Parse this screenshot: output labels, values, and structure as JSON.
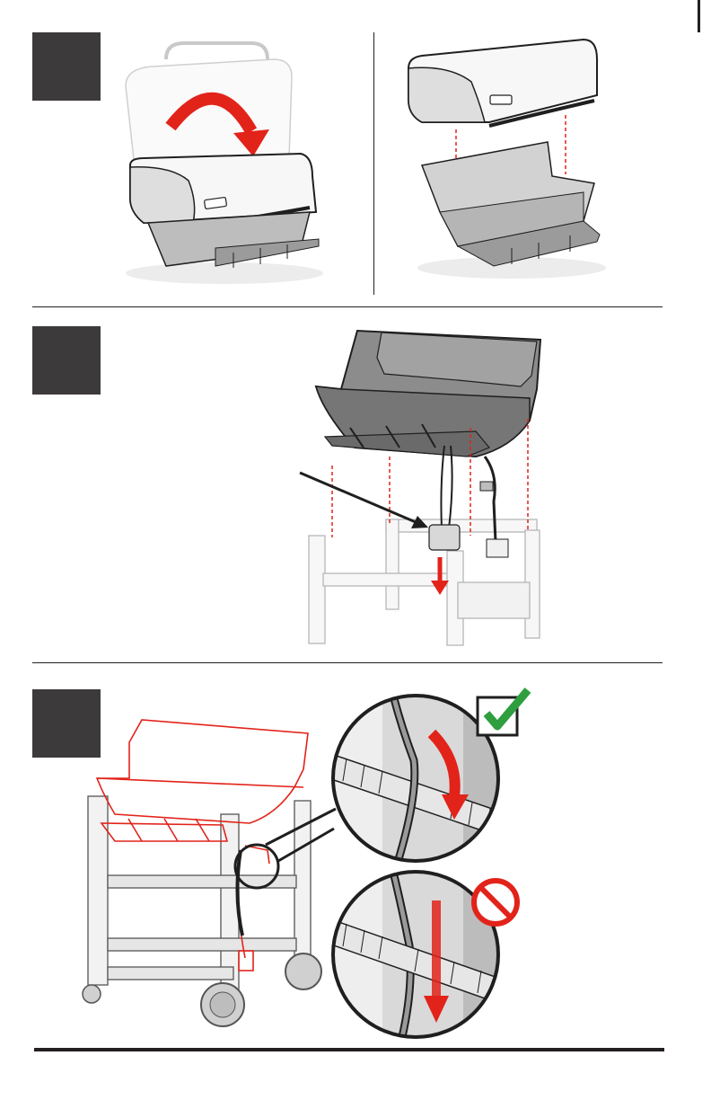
{
  "steps": [
    {
      "id": "step-1",
      "label": "",
      "illustration": [
        "lid-close",
        "lid-separate"
      ]
    },
    {
      "id": "step-2",
      "label": "",
      "illustration": [
        "cookbox-onto-cart"
      ]
    },
    {
      "id": "step-3",
      "label": "",
      "illustration": [
        "hose-routing"
      ]
    }
  ],
  "icons": {
    "correct": "check-mark-icon",
    "incorrect": "prohibited-icon"
  },
  "colors": {
    "step_box": "#3d3a3b",
    "accent_red": "#e2231a",
    "check_green": "#2e9e3f",
    "rule": "#231f20",
    "outline": "#1f1f1f",
    "light_fill": "#ececec",
    "mid_fill": "#b7b7b7"
  }
}
